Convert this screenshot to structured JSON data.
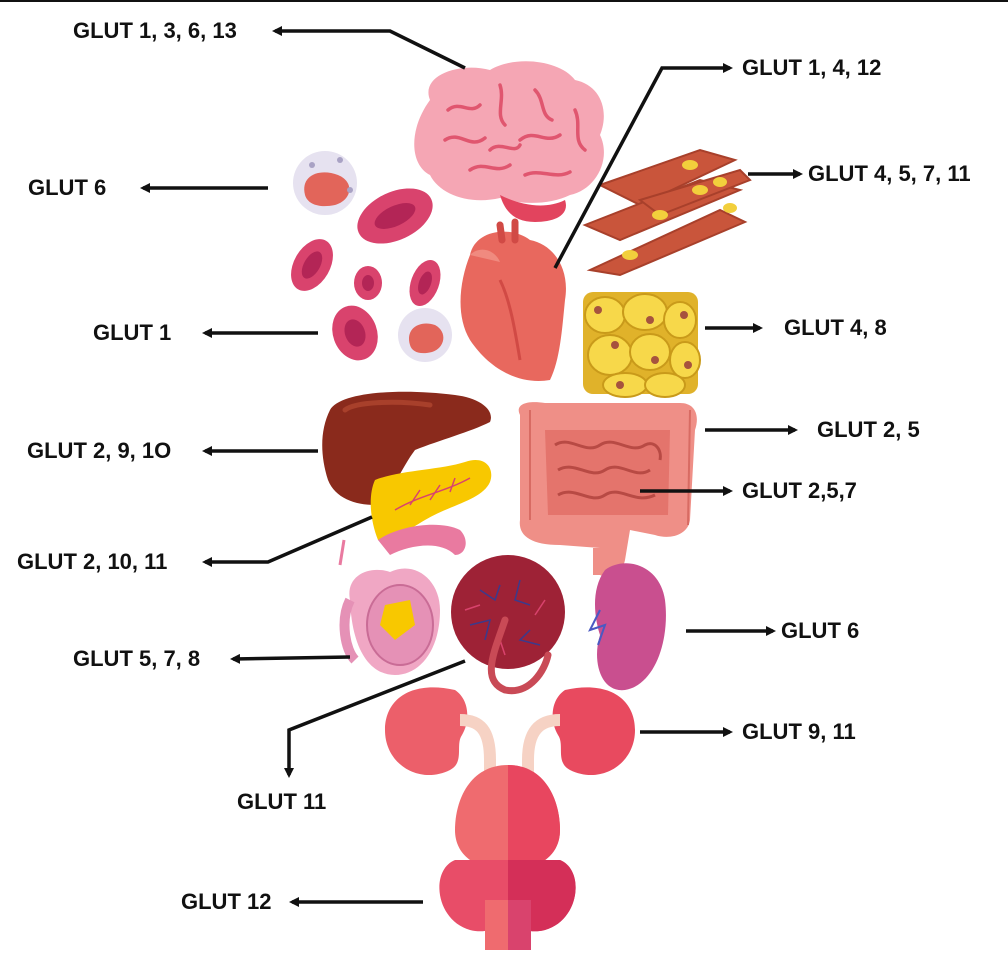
{
  "colors": {
    "arrow": "#111111",
    "brain": "#f5a6b4",
    "brain_lines": "#e0566f",
    "rbc": "#d9436d",
    "heart": "#e8685e",
    "muscle": "#c9553b",
    "fat": "#f2cf3c",
    "liver": "#8a2a1c",
    "pancreas": "#f8c800",
    "intestine": "#ef8f87",
    "testis": "#f0a7c4",
    "placenta": "#9e2236",
    "spleen": "#c94f8f",
    "kidney": "#ec5f6a",
    "bladder": "#e8465f"
  },
  "labels": {
    "brain": "GLUT 1, 3, 6, 13",
    "heart": "GLUT 1, 4, 12",
    "muscle": "GLUT 4, 5, 7, 11",
    "leukocyte": "GLUT 6",
    "erythrocyte": "GLUT 1",
    "adipose": "GLUT 4, 8",
    "liver": "GLUT 2, 9, 1O",
    "colon": "GLUT 2, 5",
    "small_intestine": "GLUT 2,5,7",
    "pancreas": "GLUT 2, 10, 11",
    "testis": "GLUT 5, 7, 8",
    "spleen": "GLUT 6",
    "kidney": "GLUT 9, 11",
    "placenta": "GLUT 11",
    "bladder": "GLUT 12"
  },
  "icons": [
    "brain-icon",
    "blood-cells-icon",
    "heart-icon",
    "muscle-icon",
    "adipose-icon",
    "liver-icon",
    "pancreas-icon",
    "intestine-icon",
    "testis-icon",
    "placenta-icon",
    "spleen-icon",
    "kidneys-icon",
    "bladder-icon"
  ]
}
